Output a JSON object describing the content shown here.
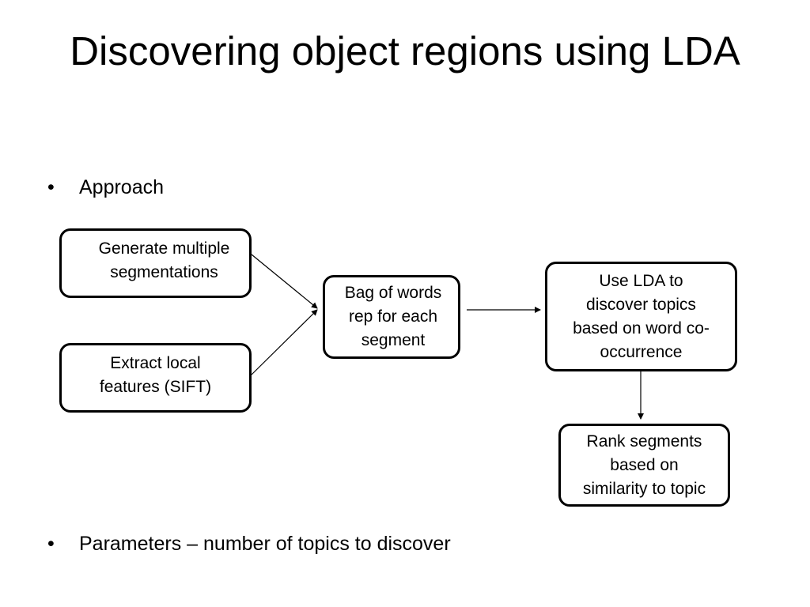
{
  "title": "Discovering object regions using LDA",
  "bullets": [
    "Approach",
    "Parameters – number of topics to discover"
  ],
  "bullet_symbol": "•",
  "boxes": {
    "generate": "Generate multiple\nsegmentations",
    "extract": "Extract local\nfeatures (SIFT)",
    "bag": "Bag of words\nrep for each\nsegment",
    "lda": "Use LDA to\ndiscover topics\nbased on word co-\noccurrence",
    "rank": "Rank segments\nbased on\nsimilarity to topic"
  },
  "colors": {
    "text": "#000000",
    "border": "#000000",
    "background": "#ffffff"
  }
}
